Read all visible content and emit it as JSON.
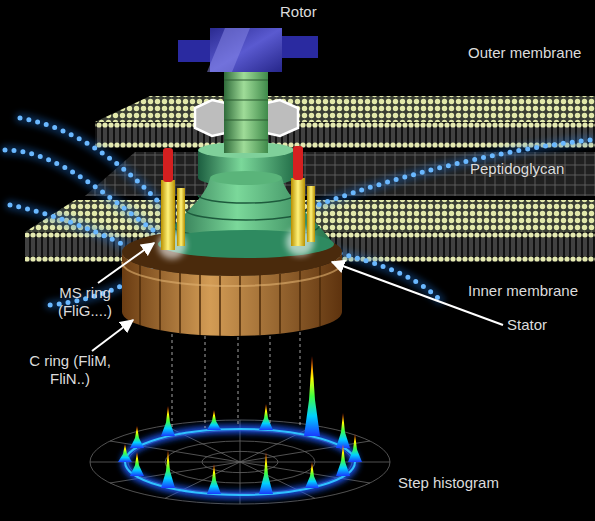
{
  "diagram": {
    "labels": [
      "Rotor",
      "Outer membrane",
      "Peptidoglycan",
      "Inner membrane",
      "MS ring (FliG....)",
      "C ring (FliM, FliN..)",
      "Stator",
      "Step histogram"
    ]
  }
}
